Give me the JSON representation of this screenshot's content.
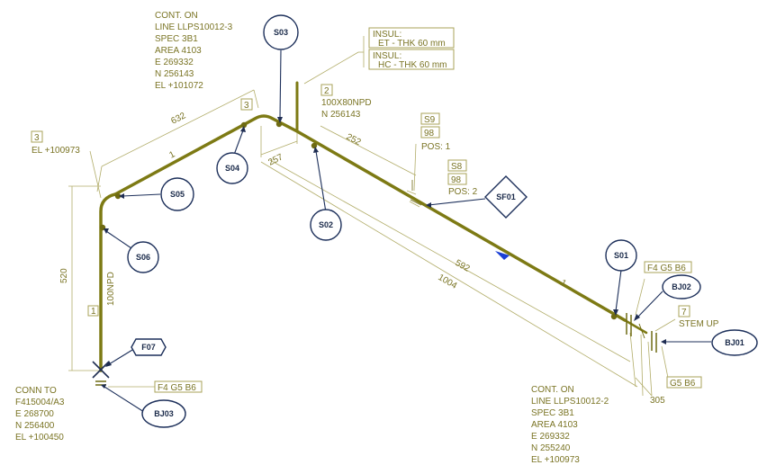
{
  "colors": {
    "pipe": "#7d7a14",
    "text": "#7a7424",
    "callout": "#1c2f5a",
    "flow_arrow": "#1a3fd6"
  },
  "top_cont": {
    "l1": "CONT. ON",
    "l2": "LINE LLPS10012-3",
    "l3": "SPEC 3B1",
    "l4": "AREA 4103",
    "l5": "E 269332",
    "l6": "N 256143",
    "l7": "EL +101072"
  },
  "insul": {
    "a1": "INSUL:",
    "a2": "ET - THK 60 mm",
    "b1": "INSUL:",
    "b2": "HC - THK 60 mm"
  },
  "branch": {
    "tag": "2",
    "l1": "100X80NPD",
    "l2": "N 256143"
  },
  "elbow_tag": {
    "tag": "3",
    "el": "EL +100973"
  },
  "top_tag3": "3",
  "dims": {
    "d632": "632",
    "d257": "257",
    "d252": "252",
    "d592": "592",
    "d1004": "1004",
    "d520": "520",
    "d305": "305"
  },
  "pipe_tags": {
    "t1a": "1",
    "t1b": "1",
    "t1c": "1",
    "npd": "100NPD"
  },
  "supports": {
    "s9": "S9",
    "n98a": "98",
    "pos1": "POS: 1",
    "s8": "S8",
    "n98b": "98",
    "pos2": "POS: 2"
  },
  "callouts": {
    "s03": "S03",
    "s02": "S02",
    "s04": "S04",
    "s05": "S05",
    "s06": "S06",
    "s01": "S01",
    "sf01": "SF01",
    "f07": "F07",
    "bj01": "BJ01",
    "bj02": "BJ02",
    "bj03": "BJ03"
  },
  "flange_right": {
    "f4": "F4 G5 B6",
    "tag7": "7",
    "stem": "STEM UP",
    "g5": "G5 B6"
  },
  "flange_left": {
    "f4": "F4 G5 B6"
  },
  "bottom_left": {
    "l1": "CONN TO",
    "l2": "F415004/A3",
    "l3": "E 268700",
    "l4": "N 256400",
    "l5": "EL +100450"
  },
  "bottom_right": {
    "l1": "CONT. ON",
    "l2": "LINE LLPS10012-2",
    "l3": "SPEC 3B1",
    "l4": "AREA 4103",
    "l5": "E 269332",
    "l6": "N 255240",
    "l7": "EL +100973"
  }
}
